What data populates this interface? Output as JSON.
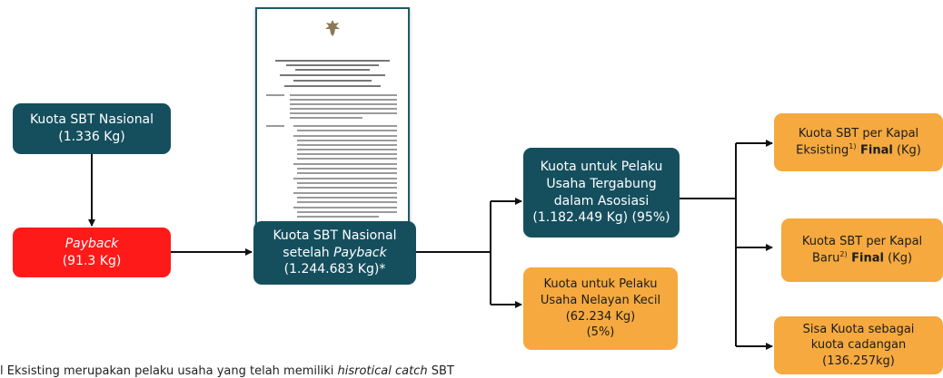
{
  "boxes": {
    "kuota_nasional": {
      "line1": "Kuota SBT Nasional",
      "line2": "(1.336 Kg)"
    },
    "payback": {
      "line1": "Payback",
      "line2": "(91.3 Kg)"
    },
    "setelah_payback": {
      "line1": "Kuota SBT Nasional",
      "line2a": "setelah ",
      "line2b": "Payback",
      "line3": "(1.244.683 Kg)*"
    },
    "asosiasi": {
      "line1": "Kuota untuk Pelaku",
      "line2": "Usaha Tergabung",
      "line3": "dalam Asosiasi",
      "line4": "(1.182.449 Kg) (95%)"
    },
    "nelayan_kecil": {
      "line1": "Kuota untuk Pelaku",
      "line2": "Usaha Nelayan Kecil",
      "line3": "(62.234 Kg)",
      "line4": "(5%)"
    },
    "eksisting": {
      "line1": "Kuota SBT per Kapal",
      "line2a": "Eksisting",
      "sup": "1)",
      "bold": " Final",
      "tail": " (Kg)"
    },
    "baru": {
      "line1": "Kuota SBT per Kapal",
      "line2a": "Baru",
      "sup": "2)",
      "bold": " Final",
      "tail": " (Kg)"
    },
    "cadangan": {
      "line1": "Sisa Kuota sebagai",
      "line2": "kuota cadangan",
      "line3": "(136.257kg)"
    }
  },
  "footnote": {
    "a": "l Eksisting merupakan pelaku usaha yang telah memiliki ",
    "b": "hisrotical catch",
    "c": " SBT"
  },
  "colors": {
    "navy": "#154f5e",
    "red": "#ff1a1a",
    "orange": "#f5a93f",
    "line": "#111111"
  }
}
